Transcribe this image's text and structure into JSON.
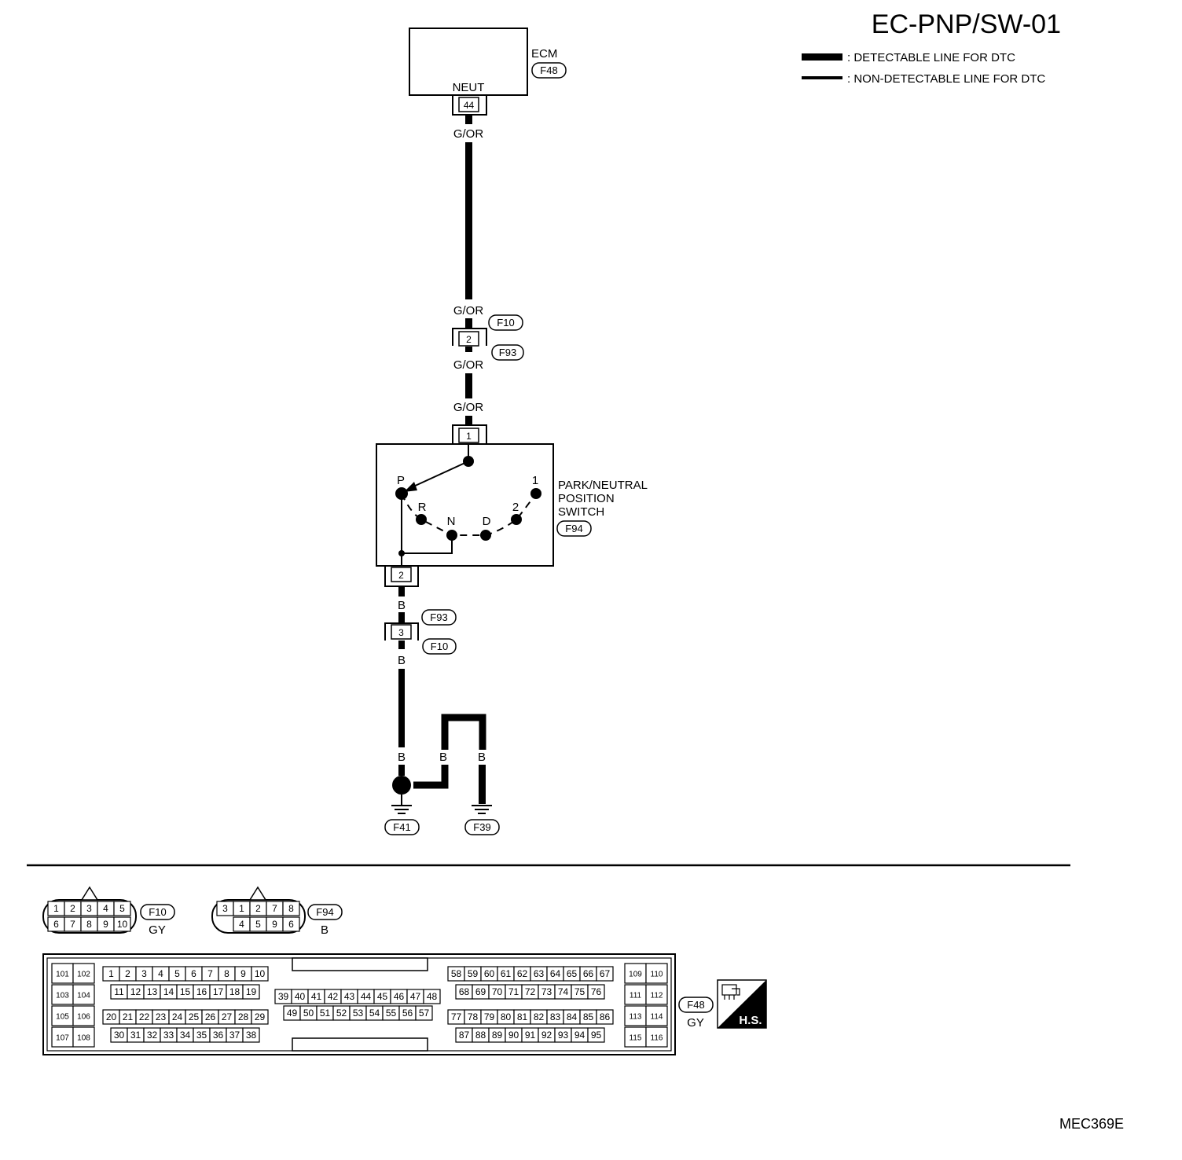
{
  "header": {
    "title": "EC-PNP/SW-01",
    "legend_detectable": ": DETECTABLE LINE FOR DTC",
    "legend_non_detectable": ": NON-DETECTABLE LINE FOR DTC"
  },
  "ecm": {
    "label": "ECM",
    "connector": "F48",
    "terminal_name": "NEUT",
    "pin": "44",
    "wire_out": "G/OR"
  },
  "junction_f10_f93": {
    "wire_in": "G/OR",
    "connector_top": "F10",
    "pin": "2",
    "connector_bottom": "F93",
    "wire_out": "G/OR"
  },
  "switch": {
    "wire_in": "G/OR",
    "pin_in": "1",
    "name_line1": "PARK/NEUTRAL",
    "name_line2": "POSITION",
    "name_line3": "SWITCH",
    "connector": "F94",
    "positions": [
      "P",
      "R",
      "N",
      "D",
      "2",
      "1"
    ],
    "pin_out": "2"
  },
  "junction_f93_f10": {
    "wire_in": "B",
    "connector_top": "F93",
    "pin": "3",
    "connector_bottom": "F10",
    "wire_out": "B"
  },
  "ground": {
    "wire_left": "B",
    "wire_mid": "B",
    "wire_right": "B",
    "ground_left": "F41",
    "ground_right": "F39"
  },
  "connector_views": {
    "f10": {
      "code": "F10",
      "color": "GY",
      "row1": [
        "1",
        "2",
        "3",
        "4",
        "5"
      ],
      "row2": [
        "6",
        "7",
        "8",
        "9",
        "10"
      ]
    },
    "f94": {
      "code": "F94",
      "color": "B",
      "row1": [
        "3",
        "1",
        "2",
        "7",
        "8"
      ],
      "row2": [
        "4",
        "5",
        "9",
        "6"
      ]
    },
    "f48": {
      "code": "F48",
      "color": "GY",
      "left_block": [
        [
          "101",
          "102"
        ],
        [
          "103",
          "104"
        ],
        [
          "105",
          "106"
        ],
        [
          "107",
          "108"
        ]
      ],
      "right_block": [
        [
          "109",
          "110"
        ],
        [
          "111",
          "112"
        ],
        [
          "113",
          "114"
        ],
        [
          "115",
          "116"
        ]
      ],
      "g1_r1": [
        "1",
        "2",
        "3",
        "4",
        "5",
        "6",
        "7",
        "8",
        "9",
        "10"
      ],
      "g1_r2": [
        "11",
        "12",
        "13",
        "14",
        "15",
        "16",
        "17",
        "18",
        "19"
      ],
      "g1_r3": [
        "20",
        "21",
        "22",
        "23",
        "24",
        "25",
        "26",
        "27",
        "28",
        "29"
      ],
      "g1_r4": [
        "30",
        "31",
        "32",
        "33",
        "34",
        "35",
        "36",
        "37",
        "38"
      ],
      "g2_r1": [
        "39",
        "40",
        "41",
        "42",
        "43",
        "44",
        "45",
        "46",
        "47",
        "48"
      ],
      "g2_r2": [
        "49",
        "50",
        "51",
        "52",
        "53",
        "54",
        "55",
        "56",
        "57"
      ],
      "g3_r1": [
        "58",
        "59",
        "60",
        "61",
        "62",
        "63",
        "64",
        "65",
        "66",
        "67"
      ],
      "g3_r2": [
        "68",
        "69",
        "70",
        "71",
        "72",
        "73",
        "74",
        "75",
        "76"
      ],
      "g3_r3": [
        "77",
        "78",
        "79",
        "80",
        "81",
        "82",
        "83",
        "84",
        "85",
        "86"
      ],
      "g3_r4": [
        "87",
        "88",
        "89",
        "90",
        "91",
        "92",
        "93",
        "94",
        "95"
      ]
    }
  },
  "hs_badge": {
    "label": "H.S."
  },
  "footer": {
    "figure_code": "MEC369E"
  }
}
